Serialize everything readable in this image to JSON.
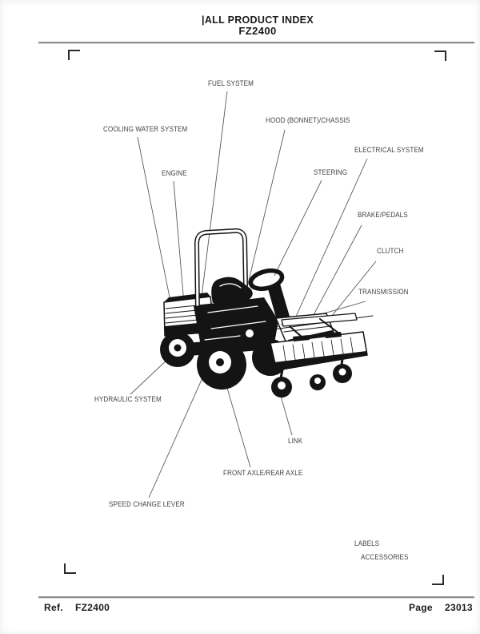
{
  "header": {
    "title": "|ALL PRODUCT INDEX",
    "model": "FZ2400"
  },
  "diagram": {
    "labels": [
      {
        "id": "fuel-system",
        "text": "FUEL SYSTEM"
      },
      {
        "id": "cooling-water-system",
        "text": "COOLING WATER SYSTEM"
      },
      {
        "id": "hood-bonnet-chassis",
        "text": "HOOD (BONNET)/CHASSIS"
      },
      {
        "id": "electrical-system",
        "text": "ELECTRICAL SYSTEM"
      },
      {
        "id": "engine",
        "text": "ENGINE"
      },
      {
        "id": "steering",
        "text": "STEERING"
      },
      {
        "id": "brake-pedals",
        "text": "BRAKE/PEDALS"
      },
      {
        "id": "clutch",
        "text": "CLUTCH"
      },
      {
        "id": "transmission",
        "text": "TRANSMISSION"
      },
      {
        "id": "hydraulic-system",
        "text": "HYDRAULIC SYSTEM"
      },
      {
        "id": "link",
        "text": "LINK"
      },
      {
        "id": "front-axle-rear-axle",
        "text": "FRONT AXLE/REAR AXLE"
      },
      {
        "id": "speed-change-lever",
        "text": "SPEED CHANGE LEVER"
      },
      {
        "id": "labels",
        "text": "LABELS"
      },
      {
        "id": "accessories",
        "text": "ACCESSORIES"
      }
    ]
  },
  "footer": {
    "ref_label": "Ref.",
    "ref_value": "FZ2400",
    "page_label": "Page",
    "page_value": "23013"
  },
  "colors": {
    "drawing_ink": "#141414",
    "leader_line": "#5a5a5a",
    "rule_line": "#8f8f8f",
    "label_text": "#444444"
  }
}
